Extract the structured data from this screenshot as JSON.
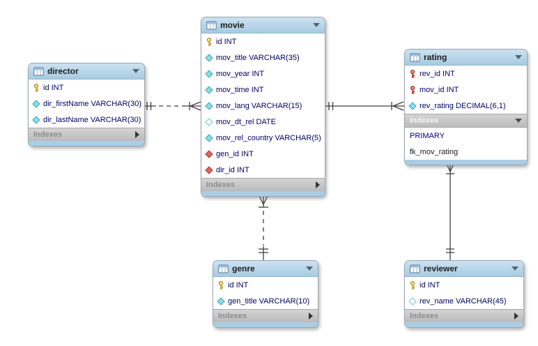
{
  "tables": {
    "director": {
      "name": "director",
      "footer_label": "Indexes",
      "columns": [
        {
          "icon": "primary-key-icon",
          "text": "id INT"
        },
        {
          "icon": "attribute-icon",
          "text": "dir_firstName VARCHAR(30)"
        },
        {
          "icon": "attribute-icon",
          "text": "dir_lastName VARCHAR(30)"
        }
      ]
    },
    "movie": {
      "name": "movie",
      "footer_label": "Indexes",
      "columns": [
        {
          "icon": "primary-key-icon",
          "text": "id INT"
        },
        {
          "icon": "attribute-icon",
          "text": "mov_title VARCHAR(35)"
        },
        {
          "icon": "attribute-icon",
          "text": "mov_year INT"
        },
        {
          "icon": "attribute-icon",
          "text": "mov_time INT"
        },
        {
          "icon": "attribute-icon",
          "text": "mov_lang VARCHAR(15)"
        },
        {
          "icon": "nullable-attribute-icon",
          "text": "mov_dt_rel DATE"
        },
        {
          "icon": "attribute-icon",
          "text": "mov_rel_country VARCHAR(5)"
        },
        {
          "icon": "foreign-key-icon",
          "text": "gen_id INT"
        },
        {
          "icon": "foreign-key-icon",
          "text": "dir_id INT"
        }
      ]
    },
    "rating": {
      "name": "rating",
      "footer_label": "Indexes",
      "columns": [
        {
          "icon": "primary-foreign-key-icon",
          "text": "rev_id INT"
        },
        {
          "icon": "primary-foreign-key-icon",
          "text": "mov_id INT"
        },
        {
          "icon": "attribute-icon",
          "text": "rev_rating DECIMAL(6,1)"
        }
      ],
      "indexes": [
        {
          "name": "PRIMARY"
        },
        {
          "name": "fk_mov_rating"
        }
      ]
    },
    "genre": {
      "name": "genre",
      "footer_label": "Indexes",
      "columns": [
        {
          "icon": "primary-key-icon",
          "text": "id INT"
        },
        {
          "icon": "attribute-icon",
          "text": "gen_title VARCHAR(10)"
        }
      ]
    },
    "reviewer": {
      "name": "reviewer",
      "footer_label": "Indexes",
      "columns": [
        {
          "icon": "primary-key-icon",
          "text": "id INT"
        },
        {
          "icon": "nullable-attribute-icon",
          "text": "rev_name VARCHAR(45)"
        }
      ]
    }
  },
  "relationships": [
    {
      "from": "director",
      "to": "movie",
      "cardinality": "one-to-many",
      "line": "dashed",
      "type": "non-identifying"
    },
    {
      "from": "movie",
      "to": "rating",
      "cardinality": "one-to-many",
      "line": "solid",
      "type": "identifying"
    },
    {
      "from": "genre",
      "to": "movie",
      "cardinality": "one-to-many",
      "line": "dashed",
      "type": "non-identifying"
    },
    {
      "from": "reviewer",
      "to": "rating",
      "cardinality": "one-to-many",
      "line": "solid",
      "type": "identifying"
    }
  ],
  "colors": {
    "table_header_blue": "#a6cbe2",
    "footer_gray": "#c2c2c2",
    "primary_key_yellow": "#eccb4e",
    "foreign_key_red": "#e2645a",
    "attribute_cyan": "#8adce9",
    "row_text": "#000060",
    "primary_index_text": "#000080",
    "relationship_line": "#3d3d3d",
    "canvas": "#ffffff"
  }
}
